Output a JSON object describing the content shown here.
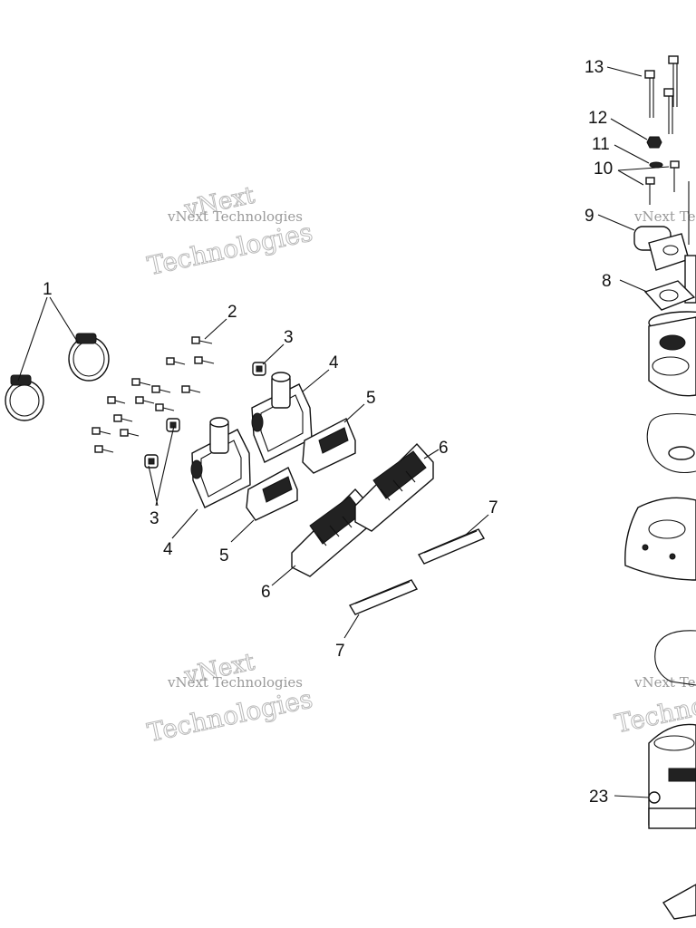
{
  "watermark": {
    "big_line1": "vNext",
    "big_line2": "Technologies",
    "small": "vNext Technologies",
    "small_cut": "vNext Te",
    "big_cut": "Techno"
  },
  "callouts": [
    {
      "id": "c1",
      "label": "1"
    },
    {
      "id": "c2",
      "label": "2"
    },
    {
      "id": "c3a",
      "label": "3"
    },
    {
      "id": "c3b",
      "label": "3"
    },
    {
      "id": "c4a",
      "label": "4"
    },
    {
      "id": "c4b",
      "label": "4"
    },
    {
      "id": "c5a",
      "label": "5"
    },
    {
      "id": "c5b",
      "label": "5"
    },
    {
      "id": "c6a",
      "label": "6"
    },
    {
      "id": "c6b",
      "label": "6"
    },
    {
      "id": "c7a",
      "label": "7"
    },
    {
      "id": "c7b",
      "label": "7"
    },
    {
      "id": "c8",
      "label": "8"
    },
    {
      "id": "c9",
      "label": "9"
    },
    {
      "id": "c10",
      "label": "10"
    },
    {
      "id": "c11",
      "label": "11"
    },
    {
      "id": "c12",
      "label": "12"
    },
    {
      "id": "c13",
      "label": "13"
    },
    {
      "id": "c23",
      "label": "23"
    }
  ]
}
